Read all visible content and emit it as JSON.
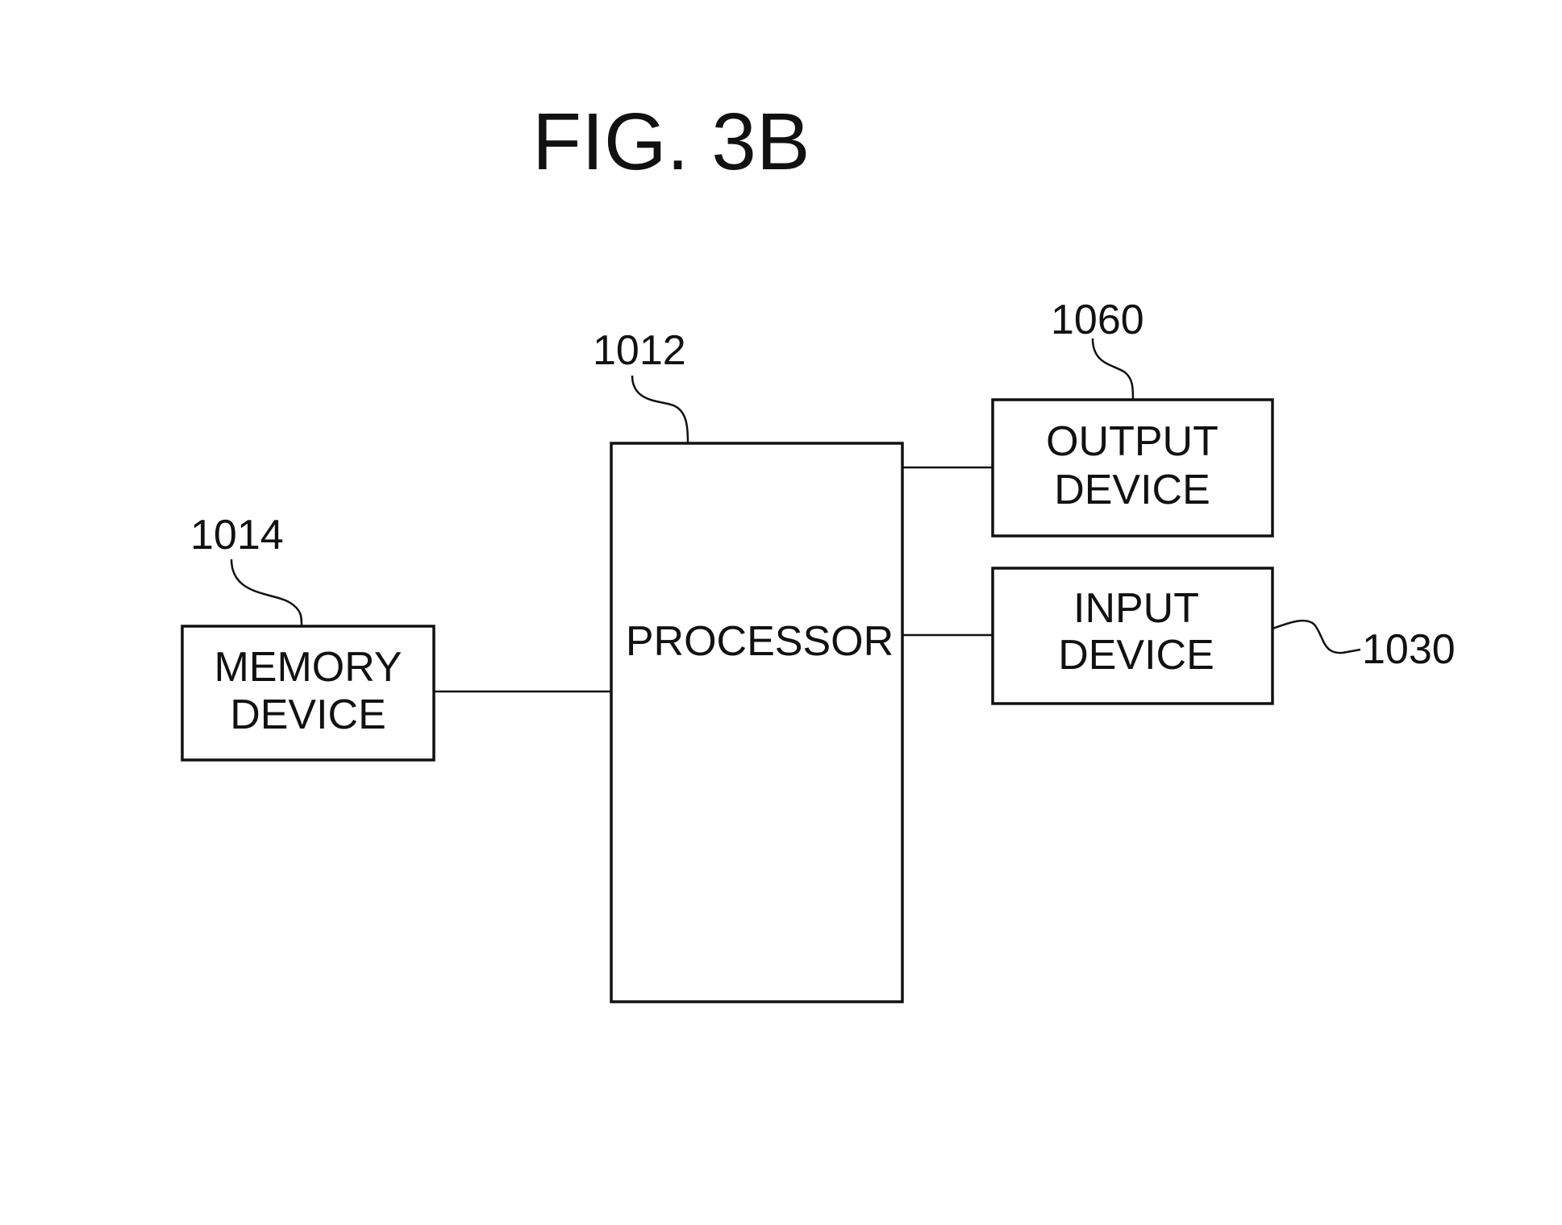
{
  "figure": {
    "title": "FIG. 3B"
  },
  "blocks": {
    "memory": {
      "ref": "1014",
      "line1": "MEMORY",
      "line2": "DEVICE"
    },
    "processor": {
      "ref": "1012",
      "label": "PROCESSOR"
    },
    "output": {
      "ref": "1060",
      "line1": "OUTPUT",
      "line2": "DEVICE"
    },
    "input": {
      "ref": "1030",
      "line1": "INPUT",
      "line2": "DEVICE"
    }
  },
  "connections": [
    {
      "from": "memory",
      "to": "processor"
    },
    {
      "from": "processor",
      "to": "output"
    },
    {
      "from": "processor",
      "to": "input"
    }
  ],
  "colors": {
    "ink": "#111111",
    "background": "#ffffff"
  }
}
